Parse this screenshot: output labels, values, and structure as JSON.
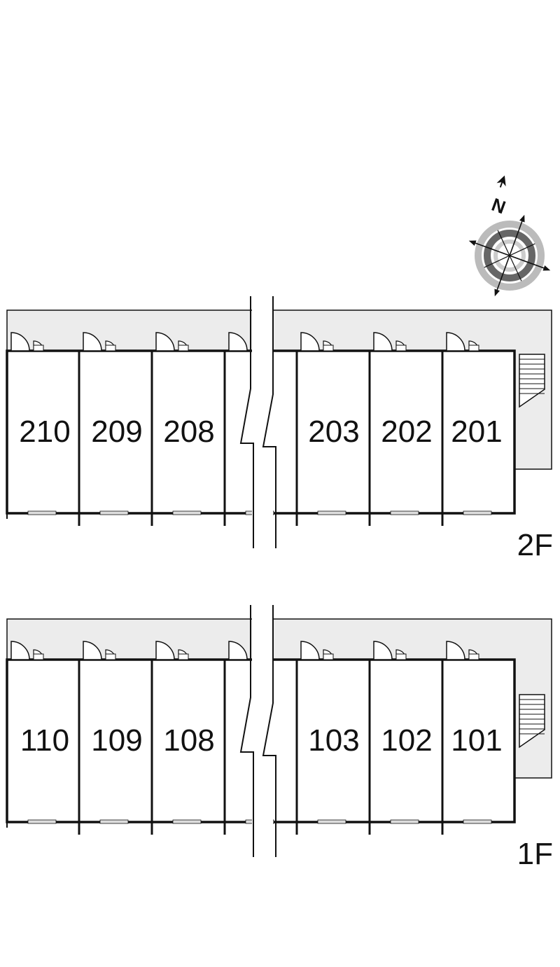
{
  "compass": {
    "north_label": "N",
    "icon": "compass-rose-icon"
  },
  "floors": [
    {
      "label": "2F",
      "units": [
        "210",
        "209",
        "208",
        "203",
        "202",
        "201"
      ]
    },
    {
      "label": "1F",
      "units": [
        "110",
        "109",
        "108",
        "103",
        "102",
        "101"
      ]
    }
  ],
  "colors": {
    "corridor": "#ececec",
    "wall": "#111111",
    "background": "#ffffff"
  }
}
